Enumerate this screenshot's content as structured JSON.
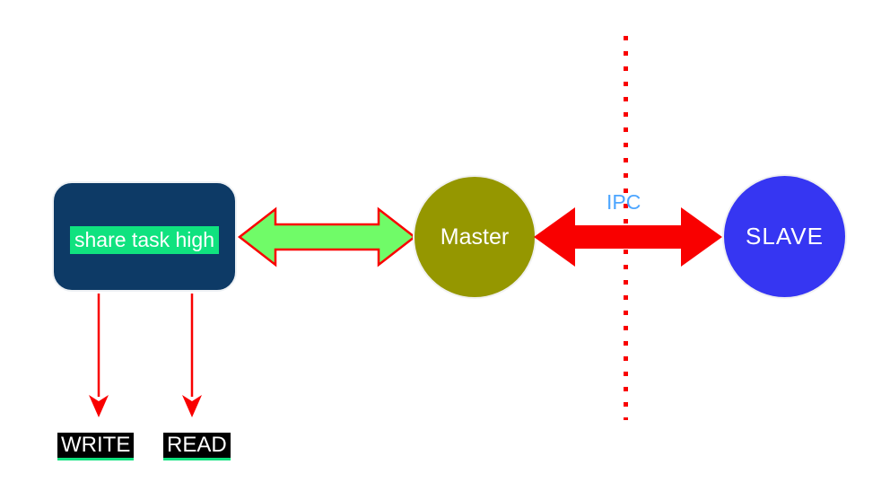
{
  "colors": {
    "red": "#f90000",
    "navy": "#0d3a66",
    "spring_green": "#10e27f",
    "arrow_green": "#70fb68",
    "olive": "#959700",
    "blue": "#3636f2",
    "ipc_blue": "#4da6ff",
    "black": "#000000",
    "white": "#ffffff",
    "node_ring": "#f1f1f1"
  },
  "diagram": {
    "nodes": {
      "share_task_box": {
        "label": "share task high",
        "shape": "rounded-rectangle",
        "fill": "#0d3a66",
        "label_bg": "#10e27f",
        "label_color": "#ffffff"
      },
      "master": {
        "label": "Master",
        "shape": "circle",
        "fill": "#959700",
        "label_color": "#ffffff"
      },
      "slave": {
        "label": "SLAVE",
        "shape": "circle",
        "fill": "#3636f2",
        "label_color": "#ffffff"
      }
    },
    "labels": {
      "ipc": {
        "text": "IPC",
        "color": "#4da6ff"
      },
      "write": {
        "text": "WRITE",
        "bg": "#000000",
        "color": "#ffffff",
        "underline": "#10e27f"
      },
      "read": {
        "text": "READ",
        "bg": "#000000",
        "color": "#ffffff",
        "underline": "#10e27f"
      }
    },
    "connectors": {
      "green_double_arrow": {
        "from": "share_task_box",
        "to": "master",
        "style": "double-headed",
        "fill": "#70fb68",
        "stroke": "#f90000"
      },
      "red_double_arrow": {
        "from": "master",
        "to": "slave",
        "style": "double-headed",
        "fill": "#f90000"
      },
      "write_arrow": {
        "from": "share_task_box",
        "to": "write",
        "style": "single-headed-down",
        "color": "#f90000"
      },
      "read_arrow": {
        "from": "share_task_box",
        "to": "read",
        "style": "single-headed-down",
        "color": "#f90000"
      },
      "ipc_boundary": {
        "style": "dotted-vertical-line",
        "color": "#f90000"
      }
    }
  }
}
